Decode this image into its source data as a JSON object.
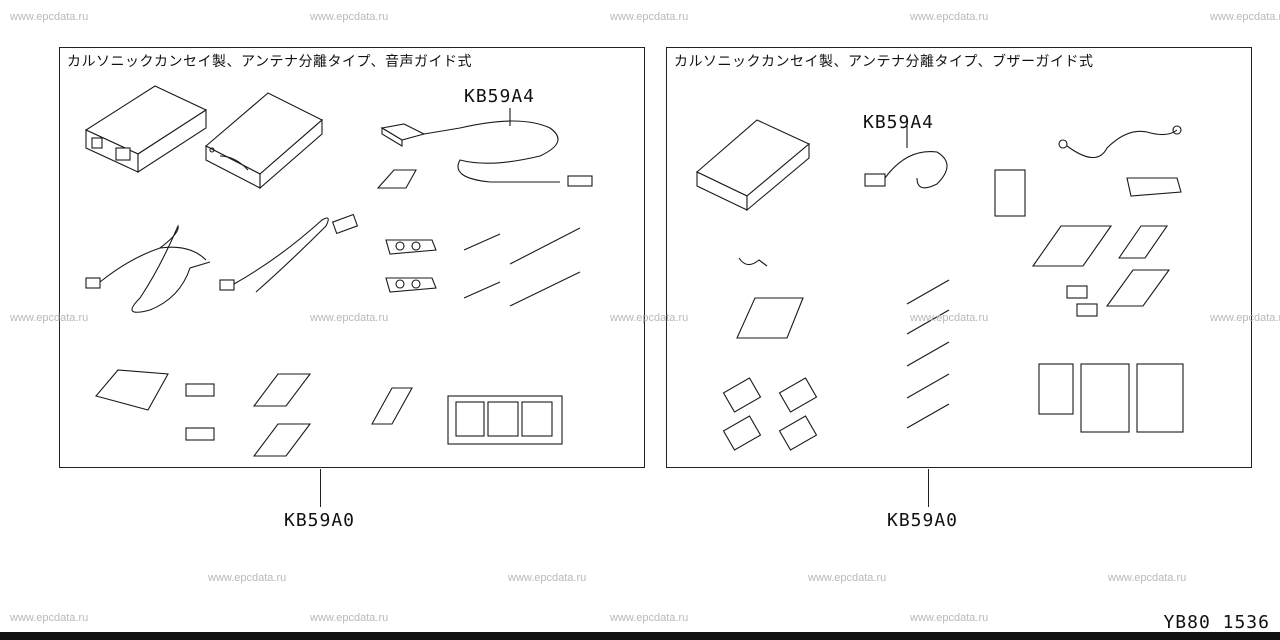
{
  "watermark_text": "www.epcdata.ru",
  "panels": {
    "left": {
      "title": "カルソニックカンセイ製、アンテナ分離タイプ、音声ガイド式",
      "callout": "KB59A4",
      "part_number": "KB59A0"
    },
    "right": {
      "title": "カルソニックカンセイ製、アンテナ分離タイプ、ブザーガイド式",
      "callout": "KB59A4",
      "part_number": "KB59A0"
    }
  },
  "diagram_code": "YB80 1536"
}
